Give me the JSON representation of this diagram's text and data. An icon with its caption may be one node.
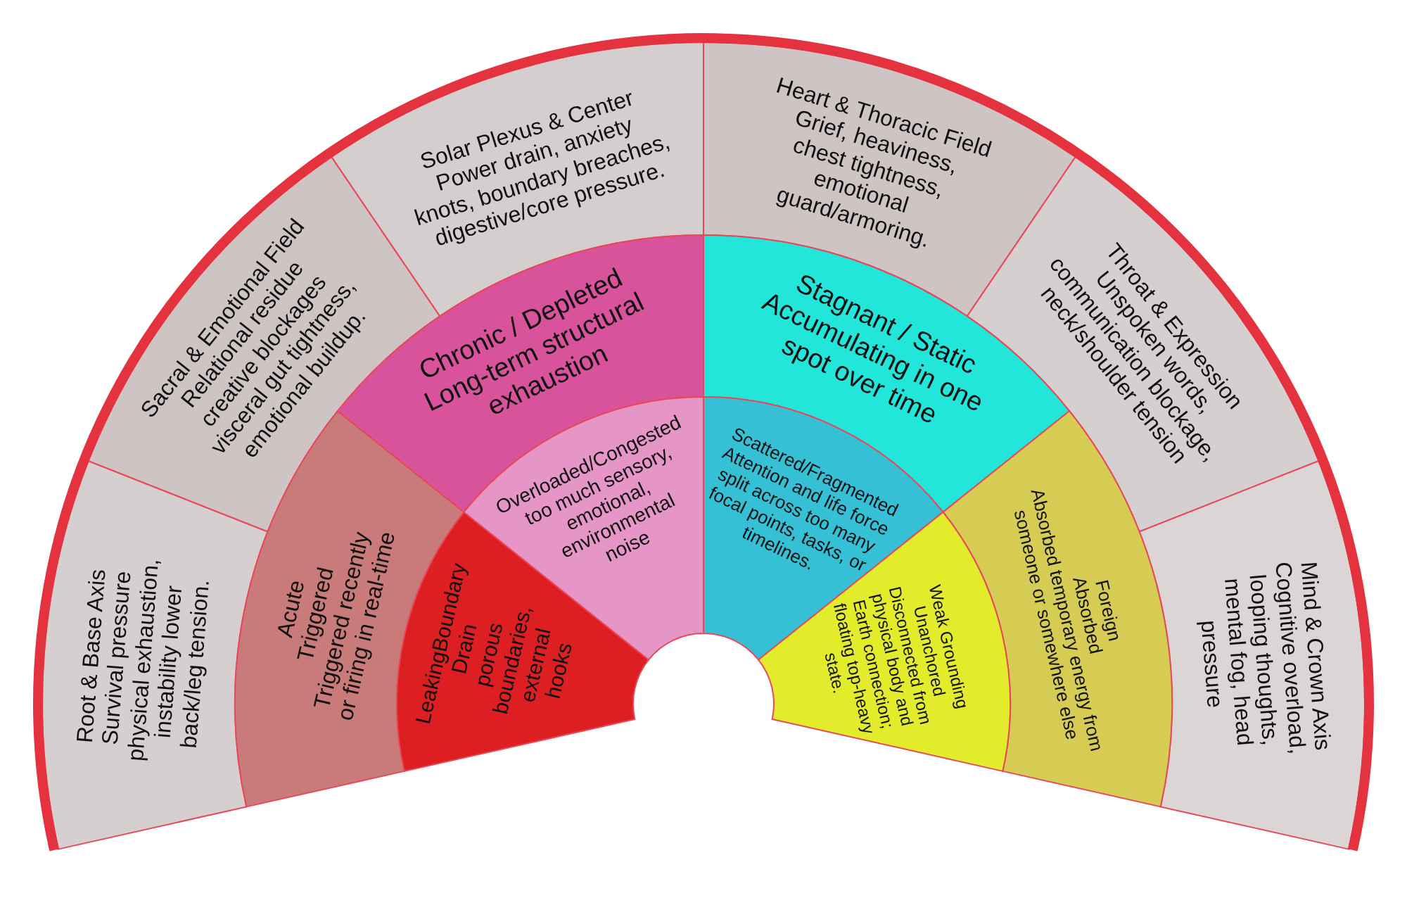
{
  "diagram": {
    "nodes": [
      {
        "text": [
          "Root & Base Axis",
          "Survival pressure physical exhaustion, instability lower back/leg tension."
        ]
      },
      {
        "text": [
          "Sacral & Emotional Field",
          "Relational residue creative blockages visceral gut tightness, emotional buildup."
        ]
      },
      {
        "text": [
          "Solar Plexus & Center",
          "Power drain, anxiety knots, boundary breaches, digestive/core pressure."
        ]
      },
      {
        "text": [
          "Heart & Thoracic Field",
          "Grief, heaviness, chest tightness, emotional guard/armoring."
        ]
      },
      {
        "text": [
          "Throat & Expression",
          "Unspoken words, communication blockage, neck/shoulder tension"
        ]
      },
      {
        "text": [
          "Mind & Crown Axis",
          "Cognitive overload, looping thoughts, mental fog, head pressure"
        ]
      },
      {
        "text": [
          "Acute",
          "Triggered",
          "Triggered recently or firing in real-time"
        ]
      },
      {
        "text": [
          "Chronic / Depleted",
          "Long-term structural exhaustion"
        ]
      },
      {
        "text": [
          "Stagnant / Static",
          "Accumulating in one spot over time"
        ]
      },
      {
        "text": [
          "Foreign",
          "Absorbed",
          "Absorbed temporary energy from someone or somewhere else"
        ]
      },
      {
        "text": [
          "LeakingBoundary",
          "Drain",
          "porous boundaries, external hooks"
        ]
      },
      {
        "text": [
          "Overloaded/Congested",
          "too much sensory, emotional, environmental noise"
        ]
      },
      {
        "text": [
          "Scattered/Fragmented",
          "Attention and life force split across too many focal points, tasks, or timelines."
        ]
      },
      {
        "text": [
          "Weak Grounding",
          "Unanchored",
          "Disconnected from physical body and Earth connection; floating top-heavy state."
        ]
      }
    ]
  }
}
